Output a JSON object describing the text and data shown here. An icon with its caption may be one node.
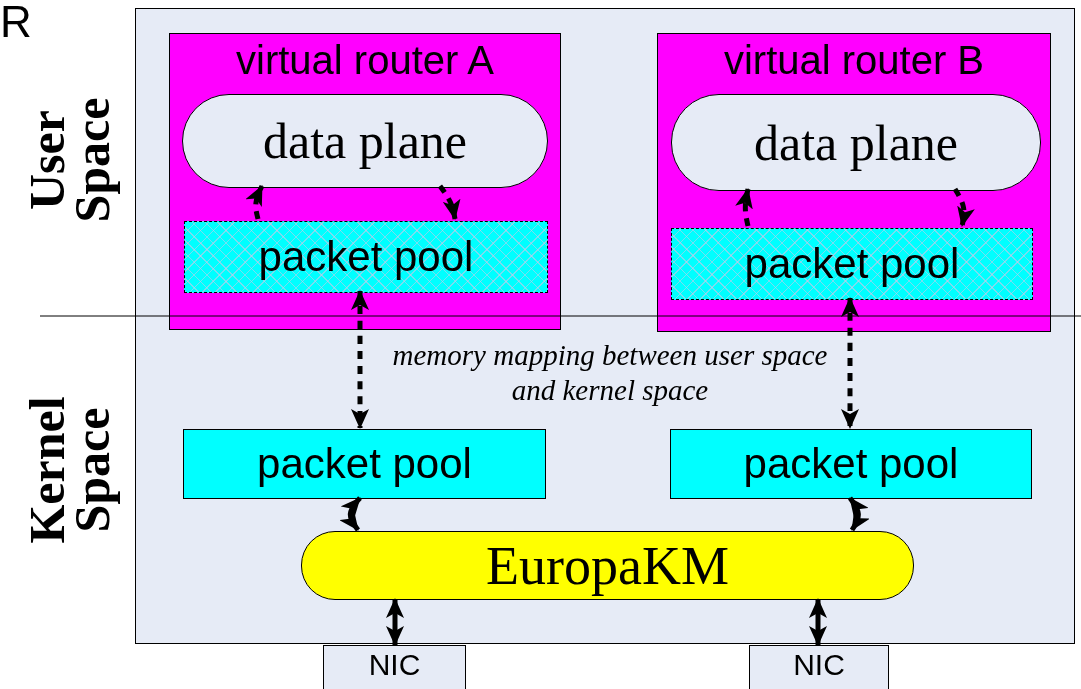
{
  "diagram": {
    "nodes": [
      {
        "text": [],
        "shape": "box"
      },
      {
        "text": [
          "virtual router A"
        ],
        "in": 0
      },
      {
        "text": [
          "data plane"
        ],
        "in": 1
      },
      {
        "text": [
          "packet pool"
        ],
        "in": 1
      },
      {
        "text": [
          "virtual router B"
        ],
        "in": 0
      },
      {
        "text": [
          "data plane"
        ],
        "in": 4
      },
      {
        "text": [
          "packet pool"
        ],
        "in": 4
      },
      {
        "text": [
          "packet pool"
        ],
        "in": 0
      },
      {
        "text": [
          "packet pool"
        ],
        "in": 0
      },
      {
        "text": [
          "EuropaKM"
        ],
        "in": 0
      },
      {
        "text": [
          "NIC"
        ]
      },
      {
        "text": [
          "NIC"
        ]
      }
    ],
    "edges": [
      {
        "from": 3,
        "to": 2,
        "arrow": "to",
        "style": "dashed"
      },
      {
        "from": 2,
        "to": 3,
        "arrow": "to",
        "style": "dashed"
      },
      {
        "from": 6,
        "to": 5,
        "arrow": "to",
        "style": "dashed"
      },
      {
        "from": 5,
        "to": 6,
        "arrow": "to",
        "style": "dashed"
      },
      {
        "from": 3,
        "to": 7,
        "arrow": "both",
        "style": "dashed"
      },
      {
        "from": 6,
        "to": 8,
        "arrow": "both",
        "style": "dashed"
      },
      {
        "from": 7,
        "to": 9,
        "arrow": "both"
      },
      {
        "from": 8,
        "to": 9,
        "arrow": "both"
      },
      {
        "from": 9,
        "to": 10,
        "arrow": "both"
      },
      {
        "from": 9,
        "to": 11,
        "arrow": "both"
      }
    ],
    "labels": [
      "R",
      "User Space",
      "Kernel Space",
      "memory mapping between user space and kernel space"
    ]
  }
}
